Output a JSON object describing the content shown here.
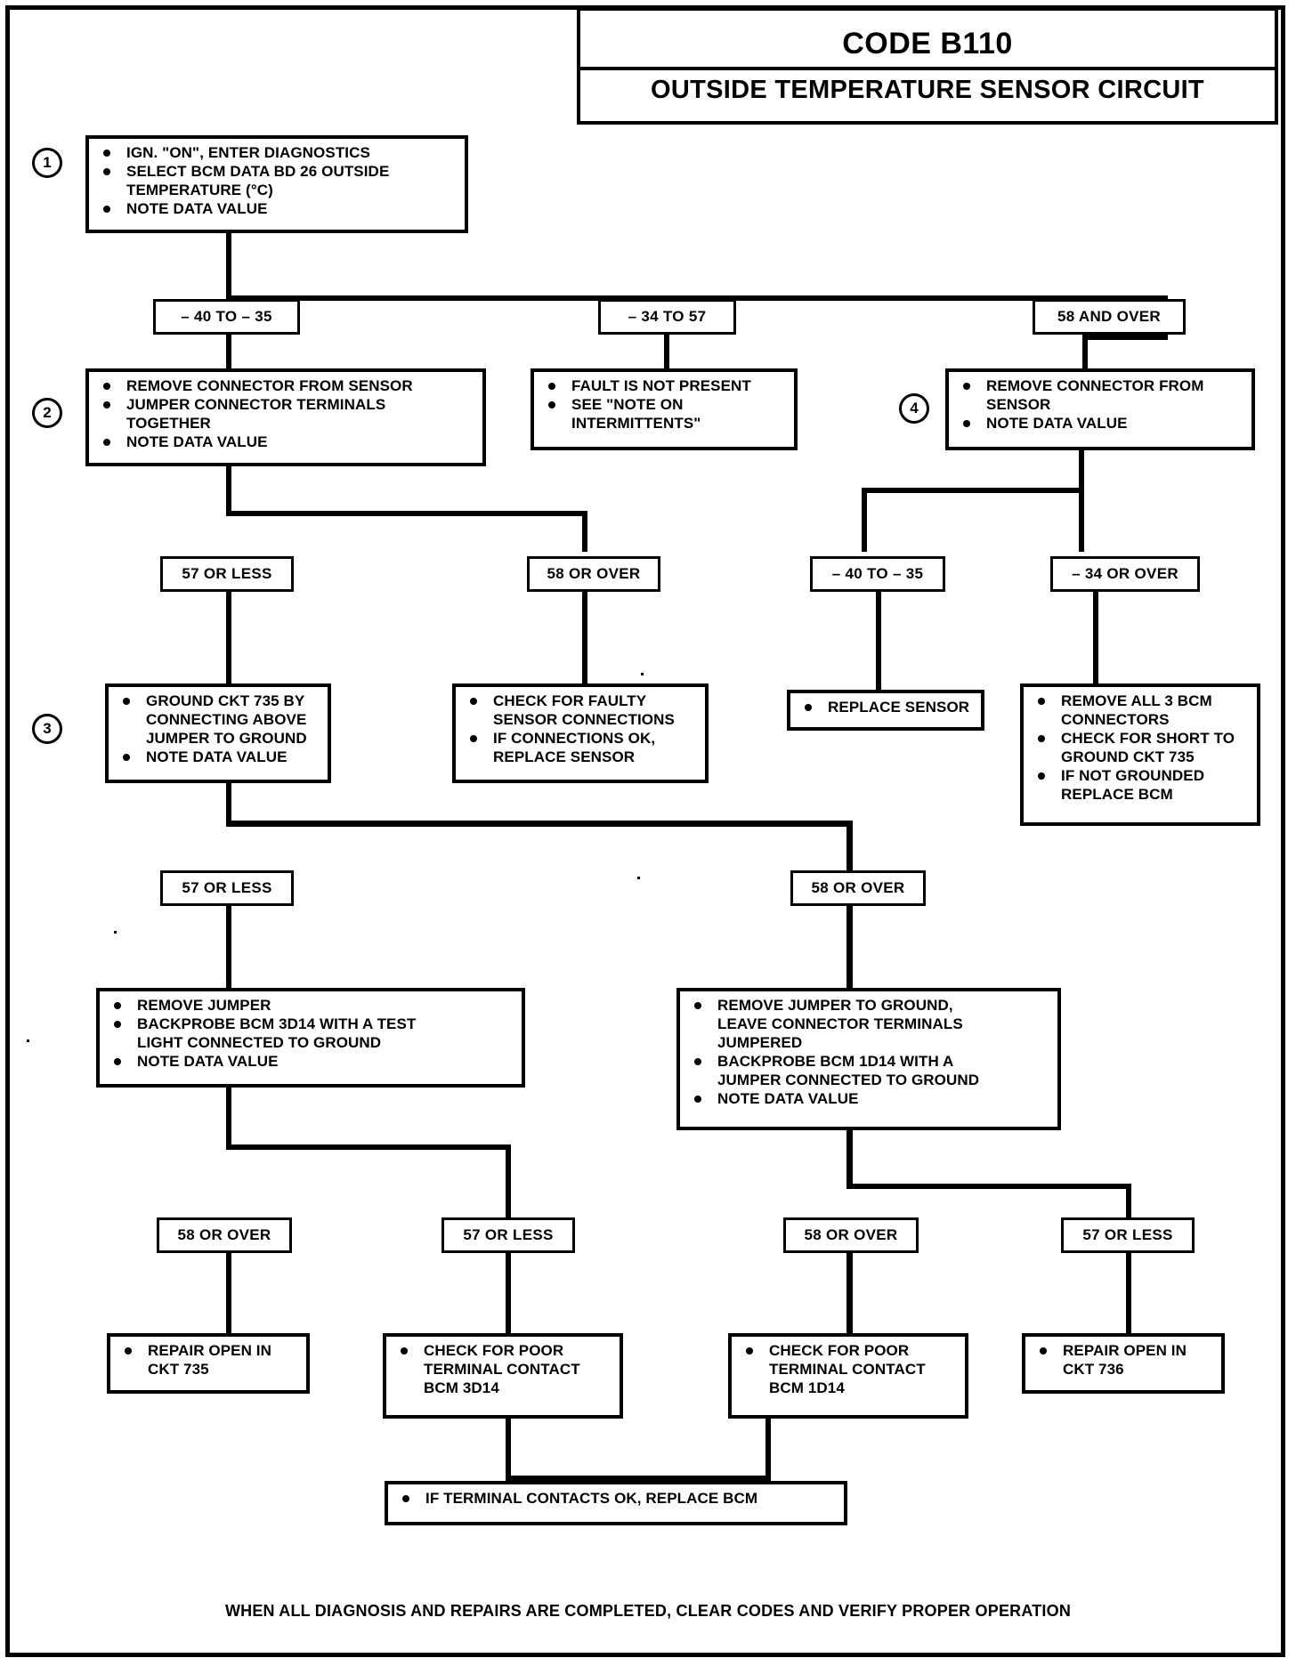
{
  "header": {
    "code_title": "CODE B110",
    "subtitle": "OUTSIDE TEMPERATURE SENSOR CIRCUIT"
  },
  "footer": {
    "note": "WHEN ALL DIAGNOSIS AND REPAIRS ARE COMPLETED, CLEAR CODES AND VERIFY PROPER OPERATION"
  },
  "steps": {
    "s1": "1",
    "s2": "2",
    "s3": "3",
    "s4": "4"
  },
  "boxes": {
    "step1": {
      "lines": [
        "IGN. \"ON\", ENTER DIAGNOSTICS",
        "SELECT BCM DATA BD 26  OUTSIDE",
        "TEMPERATURE  (°C)",
        "NOTE DATA VALUE"
      ]
    },
    "step2": {
      "lines": [
        "REMOVE CONNECTOR FROM SENSOR",
        "JUMPER CONNECTOR TERMINALS",
        "TOGETHER",
        "NOTE DATA VALUE"
      ]
    },
    "fault_not_present": {
      "lines": [
        "FAULT IS NOT PRESENT",
        "SEE \"NOTE ON",
        "INTERMITTENTS\""
      ]
    },
    "step4": {
      "lines": [
        "REMOVE CONNECTOR FROM",
        "SENSOR",
        "NOTE DATA VALUE"
      ]
    },
    "step3": {
      "lines": [
        "GROUND CKT 735 BY",
        "CONNECTING ABOVE",
        "JUMPER TO GROUND",
        "NOTE DATA VALUE"
      ]
    },
    "check_faulty_sensor": {
      "lines": [
        "CHECK FOR FAULTY",
        "SENSOR CONNECTIONS",
        "IF CONNECTIONS OK,",
        "REPLACE SENSOR"
      ]
    },
    "replace_sensor": {
      "lines": [
        "REPLACE SENSOR"
      ]
    },
    "remove_3_bcm": {
      "lines": [
        "REMOVE ALL 3 BCM",
        "CONNECTORS",
        "CHECK FOR SHORT TO",
        "GROUND CKT 735",
        "IF NOT GROUNDED",
        "REPLACE BCM"
      ]
    },
    "remove_jumper": {
      "lines": [
        "REMOVE JUMPER",
        "BACKPROBE BCM 3D14 WITH A TEST",
        "LIGHT  CONNECTED TO GROUND",
        "NOTE DATA VALUE"
      ]
    },
    "remove_jumper_ground": {
      "lines": [
        "REMOVE JUMPER TO GROUND,",
        "LEAVE CONNECTOR TERMINALS",
        "JUMPERED",
        "BACKPROBE BCM 1D14 WITH A",
        "JUMPER CONNECTED TO GROUND",
        "NOTE DATA VALUE"
      ]
    },
    "repair_open_735": {
      "lines": [
        "REPAIR OPEN  IN",
        "CKT 735"
      ]
    },
    "check_poor_3d14": {
      "lines": [
        "CHECK FOR POOR",
        "TERMINAL CONTACT",
        "BCM 3D14"
      ]
    },
    "check_poor_1d14": {
      "lines": [
        "CHECK FOR POOR",
        "TERMINAL CONTACT",
        "BCM 1D14"
      ]
    },
    "repair_open_736": {
      "lines": [
        "REPAIR OPEN IN",
        "CKT 736"
      ]
    },
    "terminal_ok": {
      "lines": [
        "IF TERMINAL CONTACTS  OK, REPLACE  BCM"
      ]
    }
  },
  "branch_labels": {
    "b1_left": "– 40 TO – 35",
    "b1_mid": "– 34 TO 57",
    "b1_right": "58 AND OVER",
    "b2_left": "57 OR LESS",
    "b2_right": "58 OR OVER",
    "b4_left": "– 40 TO – 35",
    "b4_right": "– 34 OR OVER",
    "b3_left": "57 OR LESS",
    "b3_right": "58 OR OVER",
    "b5_left": "58 OR OVER",
    "b5_right": "57 OR LESS",
    "b6_left": "58 OR OVER",
    "b6_right": "57 OR LESS"
  },
  "colors": {
    "ink": "#000000",
    "paper": "#ffffff"
  }
}
